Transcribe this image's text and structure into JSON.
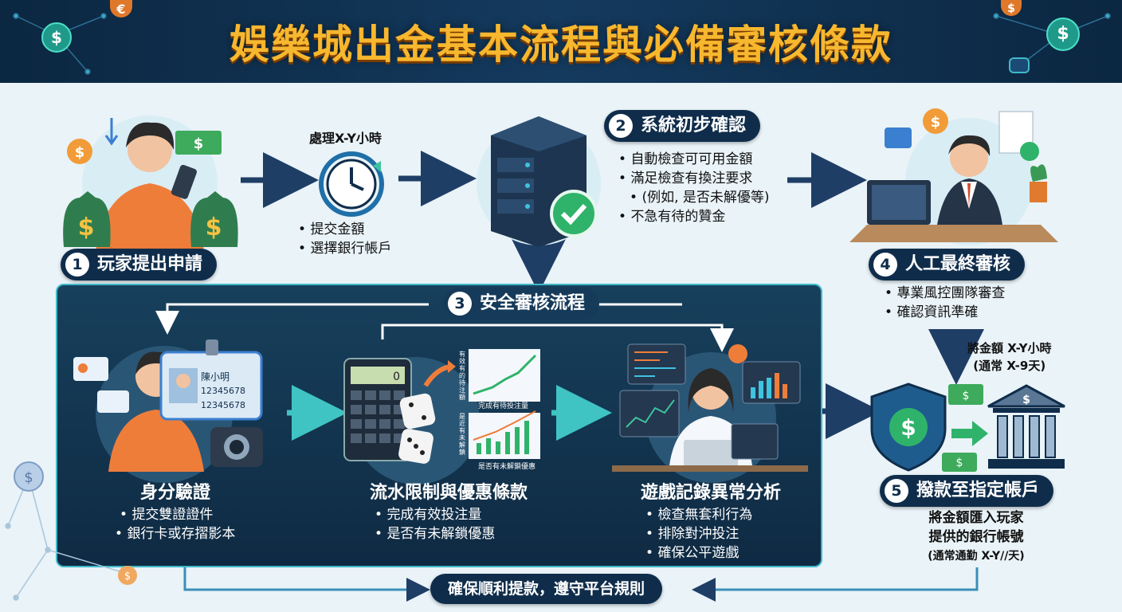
{
  "header": {
    "title": "娛樂城出金基本流程與必備審核條款"
  },
  "step1": {
    "num": "1",
    "label": "玩家提出申請"
  },
  "clock": {
    "time_label": "處理X-Y小時",
    "bullets": [
      "提交金額",
      "選擇銀行帳戶"
    ]
  },
  "step2": {
    "num": "2",
    "label": "系統初步確認",
    "bullets": [
      "自動檢查可可用金額",
      "滿足檢查有換注要求",
      "(例如, 是否未解優等)",
      "不急有待的贊金"
    ]
  },
  "step3": {
    "num": "3",
    "label": "安全審核流程"
  },
  "identity": {
    "title": "身分驗證",
    "bullets": [
      "提交雙證證件",
      "銀行卡或存摺影本"
    ],
    "card_name": "陳小明",
    "card_num1": "12345678",
    "card_num2": "12345678"
  },
  "wagering": {
    "title": "流水限制與優惠條款",
    "bullets": [
      "完成有效投注量",
      "是否有未解鎖優惠"
    ],
    "chart1_caption": "完成有待投注量",
    "chart2_caption": "是否有未解鎖優惠",
    "chart1_side": "有效有的待注額",
    "chart2_side": "是近有未解鎖"
  },
  "analysis": {
    "title": "遊戲記錄異常分析",
    "bullets": [
      "檢查無套利行為",
      "排除對沖投注",
      "確保公平遊戲"
    ]
  },
  "step4": {
    "num": "4",
    "label": "人工最終審核",
    "bullets": [
      "專業風控團隊審查",
      "確認資訊準確"
    ]
  },
  "transfer_note": {
    "line1": "將金額 X-Y小時",
    "line2": "(通常 X-9天)"
  },
  "step5": {
    "num": "5",
    "label": "撥款至指定帳戶",
    "desc": [
      "將金額匯入玩家",
      "提供的銀行帳號",
      "(通常通勤 X-Y//天)"
    ]
  },
  "footer": {
    "label": "確保順利提款，遵守平台規則"
  },
  "colors": {
    "navy": "#0f2d4b",
    "gold": "#f7b72e",
    "teal": "#3fb9c9",
    "green": "#2fb36a"
  }
}
